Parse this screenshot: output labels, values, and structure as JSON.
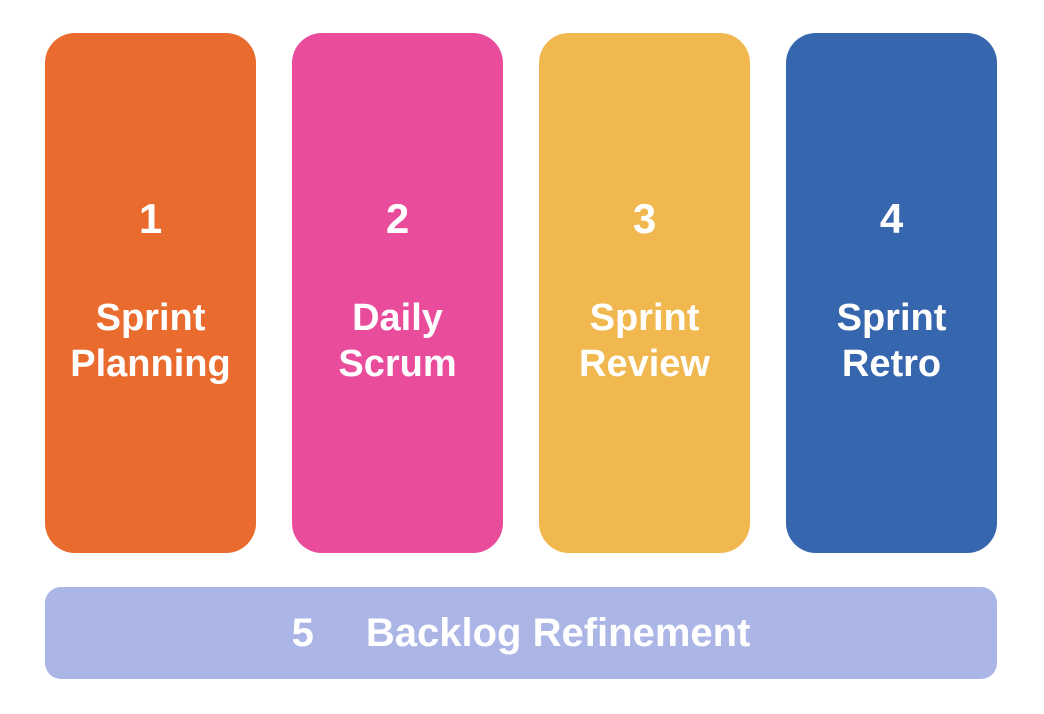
{
  "text_color": "#FFFFFF",
  "background": "#FFFFFF",
  "cards": [
    {
      "number": "1",
      "label_lines": [
        "Sprint",
        "Planning"
      ],
      "color": "#E96B2D"
    },
    {
      "number": "2",
      "label_lines": [
        "Daily",
        "Scrum"
      ],
      "color": "#EA4C9C"
    },
    {
      "number": "3",
      "label_lines": [
        "Sprint",
        "Review"
      ],
      "color": "#F1B84F"
    },
    {
      "number": "4",
      "label_lines": [
        "Sprint",
        "Retro"
      ],
      "color": "#3566AE"
    }
  ],
  "bottom_bar": {
    "number": "5",
    "label": "Backlog Refinement",
    "color": "#ABB6E6"
  }
}
